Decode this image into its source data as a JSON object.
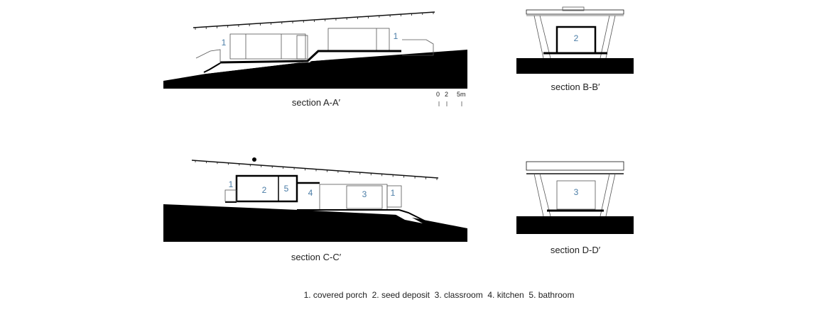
{
  "sections": [
    {
      "title": "section A-A′",
      "rooms": [
        "1",
        "1"
      ]
    },
    {
      "title": "section B-B′",
      "rooms": [
        "2"
      ]
    },
    {
      "title": "section C-C′",
      "rooms": [
        "1",
        "2",
        "5",
        "4",
        "3",
        "1"
      ]
    },
    {
      "title": "section D-D′",
      "rooms": [
        "3"
      ]
    }
  ],
  "scale_bar": {
    "labels": [
      "0",
      "2",
      "5m"
    ]
  },
  "legend": "1. covered porch  2. seed deposit  3. classroom  4. kitchen  5. bathroom"
}
